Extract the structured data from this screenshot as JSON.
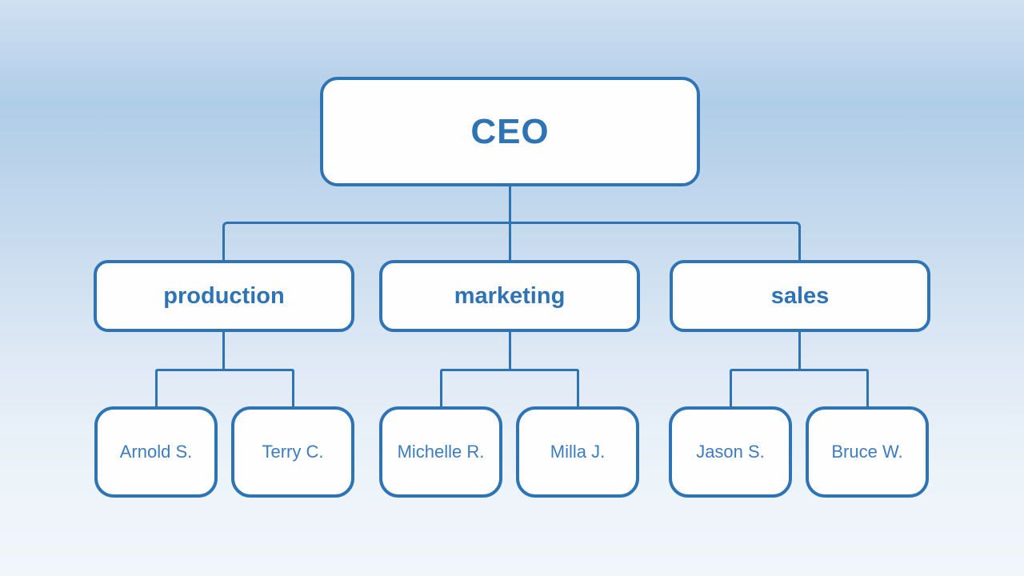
{
  "diagram": {
    "type": "org-chart",
    "root": {
      "label": "CEO"
    },
    "departments": [
      {
        "label": "production",
        "members": [
          {
            "label": "Arnold S."
          },
          {
            "label": "Terry C."
          }
        ]
      },
      {
        "label": "marketing",
        "members": [
          {
            "label": "Michelle R."
          },
          {
            "label": "Milla J."
          }
        ]
      },
      {
        "label": "sales",
        "members": [
          {
            "label": "Jason S."
          },
          {
            "label": "Bruce W."
          }
        ]
      }
    ]
  },
  "colors": {
    "line": "#2e74b5",
    "node_border": "#2e74b5",
    "node_fill": "#fefefe",
    "header_text": "#2e74b5",
    "member_text": "#3d7cbe",
    "bg_top": "#d0e0f1",
    "bg_mid": "#b0cde8",
    "bg_bottom": "#f1f6fb"
  }
}
